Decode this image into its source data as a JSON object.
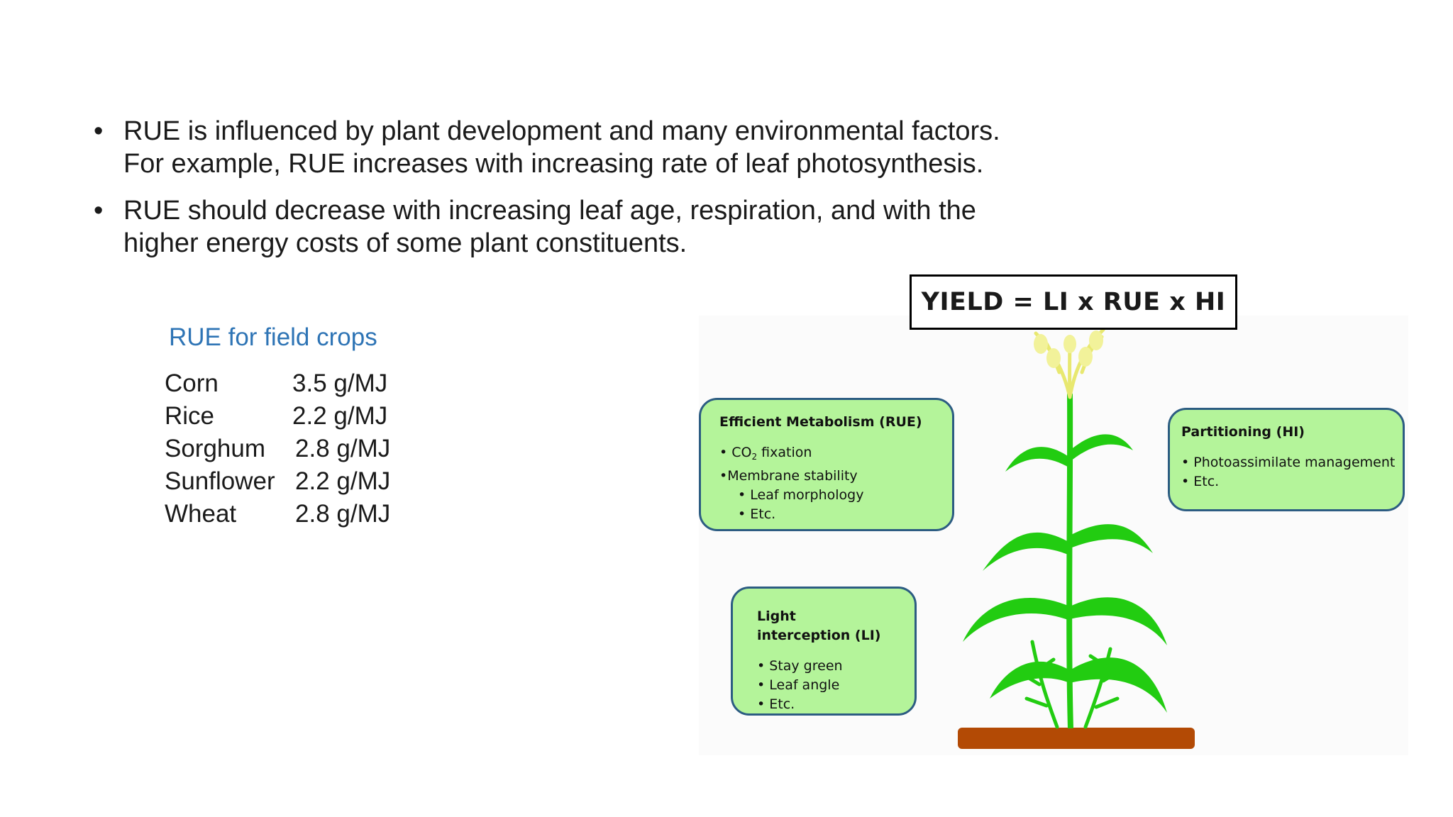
{
  "bullets": [
    {
      "lines": [
        "RUE is influenced by plant development and many environmental factors.",
        "For example, RUE increases with increasing rate of leaf photosynthesis."
      ]
    },
    {
      "lines": [
        "RUE should decrease with increasing leaf age, respiration, and with the",
        "higher energy costs of some plant constituents."
      ]
    }
  ],
  "crop_table": {
    "title": "RUE for field crops",
    "rows": [
      {
        "crop": "Corn",
        "value": "3.5 g/MJ"
      },
      {
        "crop": "Rice",
        "value": "2.2 g/MJ"
      },
      {
        "crop": "Sorghum",
        "value": "2.8 g/MJ"
      },
      {
        "crop": "Sunflower",
        "value": "2.2 g/MJ"
      },
      {
        "crop": "Wheat",
        "value": "2.8 g/MJ"
      }
    ]
  },
  "diagram": {
    "equation": "YIELD = LI x RUE x HI",
    "metabolism": {
      "title": "Efficient Metabolism (RUE)",
      "co2_prefix": "• CO",
      "co2_sub": "2",
      "co2_suffix": " fixation",
      "membrane": "•Membrane stability",
      "leaf_morphology": "• Leaf morphology",
      "etc": "• Etc."
    },
    "partitioning": {
      "title": "Partitioning (HI)",
      "items": [
        "• Photoassimilate management",
        "• Etc."
      ]
    },
    "light": {
      "title": "Light interception (LI)",
      "items": [
        "• Stay green",
        "• Leaf angle",
        "• Etc."
      ]
    }
  },
  "colors": {
    "card_fill": "#b4f49a",
    "card_border": "#2c5c82",
    "plant_green": "#22cc11",
    "soil": "#b34a05",
    "tassel": "#f0f08a",
    "crop_title_blue": "#2e74b5"
  },
  "icons": [
    "bullet-dot",
    "plant-illustration"
  ]
}
